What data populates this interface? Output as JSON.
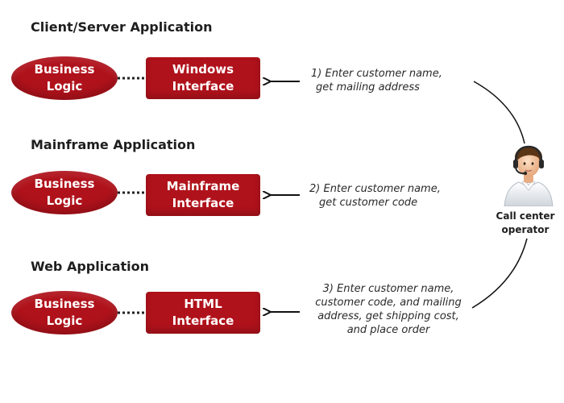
{
  "sections": [
    {
      "title": "Client/Server Application",
      "business_logic": [
        "Business",
        "Logic"
      ],
      "interface": [
        "Windows",
        "Interface"
      ],
      "step": [
        "1) Enter customer name,",
        "get mailing address"
      ]
    },
    {
      "title": "Mainframe Application",
      "business_logic": [
        "Business",
        "Logic"
      ],
      "interface": [
        "Mainframe",
        "Interface"
      ],
      "step": [
        "2) Enter customer name,",
        "get customer code"
      ]
    },
    {
      "title": "Web Application",
      "business_logic": [
        "Business",
        "Logic"
      ],
      "interface": [
        "HTML",
        "Interface"
      ],
      "step": [
        "3) Enter customer name,",
        "customer code, and mailing",
        "address, get shipping cost,",
        "and place order"
      ]
    }
  ],
  "operator": {
    "label": [
      "Call center",
      "operator"
    ],
    "icon": "call-center-operator-icon"
  },
  "colors": {
    "box_fill": "#b0121b",
    "box_text": "#ffffff",
    "text": "#1e1e1e"
  }
}
